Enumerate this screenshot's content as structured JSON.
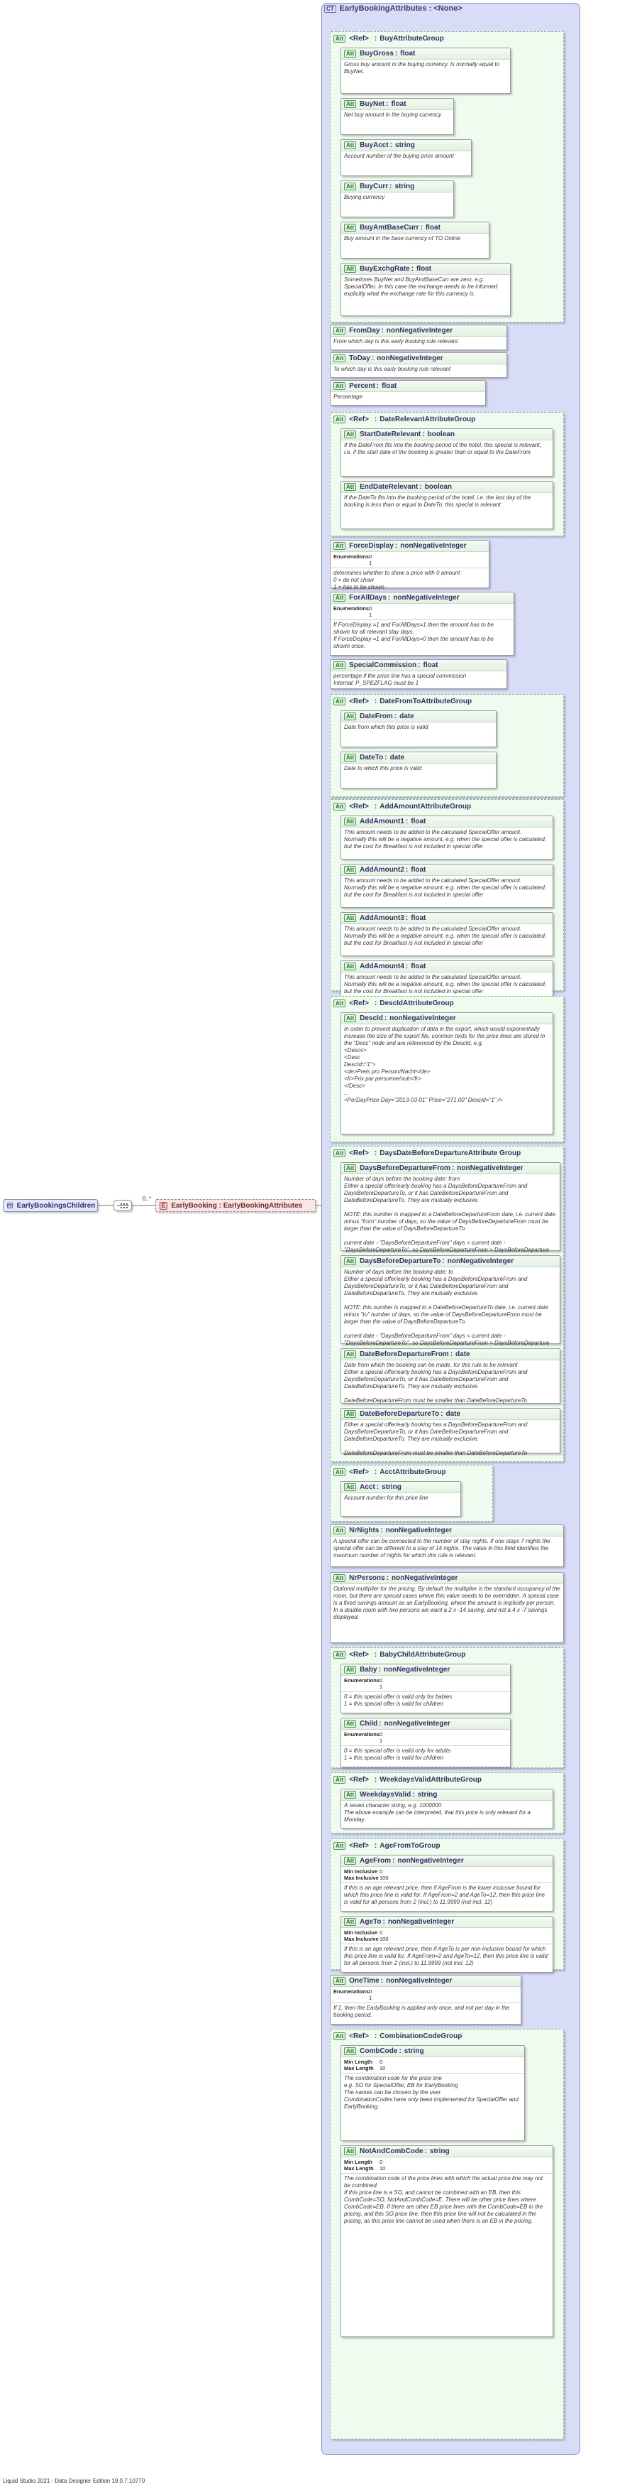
{
  "root": {
    "label": "EarlyBookingsChildren",
    "icon": "complex-type-icon"
  },
  "sequence_icon": "sequence-icon",
  "element": {
    "badge": "E",
    "label": "EarlyBooking : EarlyBookingAttributes",
    "cardinality": "0..*"
  },
  "complex_type": {
    "badge": "CT",
    "title": "EarlyBookingAttributes : <None>"
  },
  "items": [
    {
      "kind": "group",
      "ref": "<Ref>",
      "name": "BuyAttributeGroup",
      "children": [
        {
          "name": "BuyGross",
          "type": "float",
          "desc": "Gross buy amount in the buying currency. Is normally equal to BuyNet."
        },
        {
          "name": "BuyNet",
          "type": "float",
          "desc": "Net buy amount in the buying currency"
        },
        {
          "name": "BuyAcct",
          "type": "string",
          "desc": "Account number of the buying price amount"
        },
        {
          "name": "BuyCurr",
          "type": "string",
          "desc": "Buying currency"
        },
        {
          "name": "BuyAmtBaseCurr",
          "type": "float",
          "desc": "Buy amount in the base currency of TO Online"
        },
        {
          "name": "BuyExchgRate",
          "type": "float",
          "desc": "Sometimes BuyNet and BuyAmtBaseCurr are zero, e.g. SpecialOffer. In this case the exchange needs to be informed explicitly what the exchange rate for this currency is."
        }
      ]
    },
    {
      "kind": "attr",
      "name": "FromDay",
      "type": "nonNegativeInteger",
      "desc": "From which day is this early booking rule relevant"
    },
    {
      "kind": "attr",
      "name": "ToDay",
      "type": "nonNegativeInteger",
      "desc": "To which day is this early booking rule relevant"
    },
    {
      "kind": "attr",
      "name": "Percent",
      "type": "float",
      "desc": "Percentage"
    },
    {
      "kind": "group",
      "ref": "<Ref>",
      "name": "DateRelevantAttributeGroup",
      "children": [
        {
          "name": "StartDateRelevant",
          "type": "boolean",
          "desc": "If the DateFrom fits into the booking period of the hotel, this special is relevant, i.e. if the start date of the booking is greater than or equal to the DateFrom"
        },
        {
          "name": "EndDateRelevant",
          "type": "boolean",
          "desc": "If the DateTo fits into the booking period of the hotel, i.e. the last day of the booking is less than or equal to DateTo, this special is relevant"
        }
      ]
    },
    {
      "kind": "attr",
      "name": "ForceDisplay",
      "type": "nonNegativeInteger",
      "enum": [
        "0",
        "1"
      ],
      "desc": "determines whether to show a price with 0 amount\n0 = do not show\n1 = has to be shown"
    },
    {
      "kind": "attr",
      "name": "ForAllDays",
      "type": "nonNegativeInteger",
      "enum": [
        "0",
        "1"
      ],
      "desc": "If ForceDisplay =1 and ForAllDays=1 then the amount has to be shown for all relevant stay days.\nIf ForceDisplay =1 and ForAllDays=0 then the amount has to be shown once."
    },
    {
      "kind": "attr",
      "name": "SpecialCommission",
      "type": "float",
      "desc": "percentage if the price line has a special commission\nInternal: P_SPEZFLAG must be 1"
    },
    {
      "kind": "group",
      "ref": "<Ref>",
      "name": "DateFromToAttributeGroup",
      "children": [
        {
          "name": "DateFrom",
          "type": "date",
          "desc": "Date from which this price is valid"
        },
        {
          "name": "DateTo",
          "type": "date",
          "desc": "Date to which this price is valid"
        }
      ]
    },
    {
      "kind": "group",
      "ref": "<Ref>",
      "name": "AddAmountAttributeGroup",
      "children": [
        {
          "name": "AddAmount1",
          "type": "float",
          "desc": "This amount needs to be added to the calculated SpecialOffer amount.\nNormally this will be a negative amount, e.g. when the special offer is calculated, but the cost for Breakfast is not included in special offer"
        },
        {
          "name": "AddAmount2",
          "type": "float",
          "desc": "This amount needs to be added to the calculated SpecialOffer amount.\nNormally this will be a negative amount, e.g. when the special offer is calculated, but the cost for Breakfast is not included in special offer"
        },
        {
          "name": "AddAmount3",
          "type": "float",
          "desc": "This amount needs to be added to the calculated SpecialOffer amount.\nNormally this will be a negative amount, e.g. when the special offer is calculated, but the cost for Breakfast is not included in special offer"
        },
        {
          "name": "AddAmount4",
          "type": "float",
          "desc": "This amount needs to be added to the calculated SpecialOffer amount.\nNormally this will be a negative amount, e.g. when the special offer is calculated, but the cost for Breakfast is not included in special offer"
        }
      ]
    },
    {
      "kind": "group",
      "ref": "<Ref>",
      "name": "DescIdAttributeGroup",
      "children": [
        {
          "name": "DescId",
          "type": "nonNegativeInteger",
          "desc": "In order to prevent duplication of data in the export, which would exponentially increase the size of the export file, common texts for the price lines are stored in the \"Desc\" node and are referenced by the DescId, e.g.\n<Descs>\n<Desc\nDescId=\"1\">\n<de>Preis pro Person/Nacht</de>\n<fr>Prix par personne/nuit</fr>\n</Desc>\n...\n<PerDayPrice Day=\"2013-03-01\" Price=\"271.00\" DescId=\"1\" />"
        }
      ]
    },
    {
      "kind": "group",
      "ref": "<Ref>",
      "name": "DaysDateBeforeDepartureAttribute Group",
      "children": [
        {
          "name": "DaysBeforeDepartureFrom",
          "type": "nonNegativeInteger",
          "desc": "Number of days before the booking date: from\nEither a special offer/early booking has a DaysBeforeDepartureFrom and DaysBeforeDepartureTo, or it has DateBeforeDepartureFrom and DateBeforeDepartureTo. They are mutually exclusive.\n\nNOTE: this number is mapped to a DateBeforeDepartureFrom date, i.e. current date minus \"from\" number of days, so the value of DaysBeforeDepartureFrom must be larger than the value of DaysBeforeDepartureTo.\n\ncurrent date - \"DaysBeforeDepartureFrom\" days < current date - \"DaysBeforeDepartureTo\", so DaysBeforeDepartureFrom > DaysBeforeDeparture"
        },
        {
          "name": "DaysBeforeDepartureTo",
          "type": "nonNegativeInteger",
          "desc": "Number of days before the booking date: to\nEither a special offer/early booking has a DaysBeforeDepartureFrom and DaysBeforeDepartureTo, or it has DateBeforeDepartureFrom and DateBeforeDepartureTo. They are mutually exclusive.\n\nNOTE: this number is mapped to a DateBeforeDepartureTo date, i.e. current date minus \"to\" number of days, so the value of DaysBeforeDepartureFrom must be larger than the value of DaysBeforeDepartureTo.\n\ncurrent date - \"DaysBeforeDepartureFrom\" days < current date - \"DaysBeforeDepartureTo\", so DaysBeforeDepartureFrom > DaysBeforeDeparture"
        },
        {
          "name": "DateBeforeDepartureFrom",
          "type": "date",
          "desc": "Date from which the booking can be made, for this rule to be relevant\nEither a special offer/early booking has a DaysBeforeDepartureFrom and DaysBeforeDepartureTo, or it has DateBeforeDepartureFrom and DateBeforeDepartureTo. They are mutually exclusive.\n\nDateBeforeDepartureFrom must be smaller than DateBeforeDepartureTo"
        },
        {
          "name": "DateBeforeDepartureTo",
          "type": "date",
          "desc": "Either a special offer/early booking has a DaysBeforeDepartureFrom and DaysBeforeDepartureTo, or it has DateBeforeDepartureFrom and DateBeforeDepartureTo. They are mutually exclusive.\n\nDateBeforeDepartureFrom must be smaller than DateBeforeDepartureTo"
        }
      ]
    },
    {
      "kind": "group",
      "ref": "<Ref>",
      "name": "AcctAttributeGroup",
      "children": [
        {
          "name": "Acct",
          "type": "string",
          "desc": "Account number for this price line"
        }
      ]
    },
    {
      "kind": "attr",
      "name": "NrNights",
      "type": "nonNegativeInteger",
      "desc": "A special offer can be connected to the number of stay nights. If one stays 7 nights the special offer can be different to a stay of 14 nights. The value in this field identifies the maximum number of nights for which this rule is relevant."
    },
    {
      "kind": "attr",
      "name": "NrPersons",
      "type": "nonNegativeInteger",
      "desc": "Optional multiplier for the pricing. By default the multiplier is the standard occupancy of the room, but there are special cases where this value needs to be overridden. A special case is a fixed savings amount as an EarlyBooking, where the amount is implicitly per person. In a double room with two persons we want a 2 x -14 saving, and not a 4 x -7 savings displayed."
    },
    {
      "kind": "group",
      "ref": "<Ref>",
      "name": "BabyChildAttributeGroup",
      "children": [
        {
          "name": "Baby",
          "type": "nonNegativeInteger",
          "enum": [
            "0",
            "1"
          ],
          "desc": "0 = this special offer is valid only for babies\n1 = this special offer is valid for children"
        },
        {
          "name": "Child",
          "type": "nonNegativeInteger",
          "enum": [
            "0",
            "1"
          ],
          "desc": "0 = this special offer is valid only for adults\n1 = this special offer is valid for children"
        }
      ]
    },
    {
      "kind": "group",
      "ref": "<Ref>",
      "name": "WeekdaysValidAttributeGroup",
      "children": [
        {
          "name": "WeekdaysValid",
          "type": "string",
          "desc": "A seven character string, e.g. 1000000\nThe above example can be interpreted, that this price is only relevant for a Monday."
        }
      ]
    },
    {
      "kind": "group",
      "ref": "<Ref>",
      "name": "AgeFromToGroup",
      "children": [
        {
          "name": "AgeFrom",
          "type": "nonNegativeInteger",
          "facets": [
            [
              "Min Inclusive",
              "0"
            ],
            [
              "Max Inclusive",
              "100"
            ]
          ],
          "desc": "If this is an age relevant price, then if AgeFrom is the lower inclusive bound for which this price line is valid for. If AgeFrom=2 and AgeTo=12, then this price line is valid for all persons from 2 (incl.) to 11.9999 (not incl. 12)"
        },
        {
          "name": "AgeTo",
          "type": "nonNegativeInteger",
          "facets": [
            [
              "Min Inclusive",
              "0"
            ],
            [
              "Max Inclusive",
              "100"
            ]
          ],
          "desc": "If this is an age relevant price, then if AgeTo is per non-inclusive bound for which this price line is valid for. If AgeFrom=2 and AgeTo=12, then this price line is valid for all persons from 2 (incl.) to 11.9999 (not incl. 12)"
        }
      ]
    },
    {
      "kind": "attr",
      "name": "OneTime",
      "type": "nonNegativeInteger",
      "enum": [
        "0",
        "1"
      ],
      "desc": "If 1, then the EarlyBooking is applied only once, and not per day in the booking period."
    },
    {
      "kind": "group",
      "ref": "<Ref>",
      "name": "CombinationCodeGroup",
      "children": [
        {
          "name": "CombCode",
          "type": "string",
          "facets": [
            [
              "Min Length",
              "0"
            ],
            [
              "Max Length",
              "10"
            ]
          ],
          "desc": "The combination code for the price line\ne.g. SO for SpecialOffer, EB for EarlyBooking\nThe names can be chosen by the user.\nCombinationCodes have only been implemented for SpecialOffer and EarlyBooking."
        },
        {
          "name": "NotAndCombCode",
          "type": "string",
          "facets": [
            [
              "Min Length",
              "0"
            ],
            [
              "Max Length",
              "10"
            ]
          ],
          "desc": "The combination code of the price lines with which the actual price line may not be combined.\nIf this price line is a SO, and cannot be combined with an EB, then this CombCode=SO, NotAndCombCode=E. There will be other price lines where CombCode=EB. If there are other EB price lines with the CombCode=EB in the pricing, and this SO price line, then this price line will not be calculated in the pricing, as this price line cannot be used when there is an EB in the pricing."
        }
      ]
    }
  ],
  "footer": "Liquid Studio 2021 - Data Designer Edition 19.0.7.10770"
}
